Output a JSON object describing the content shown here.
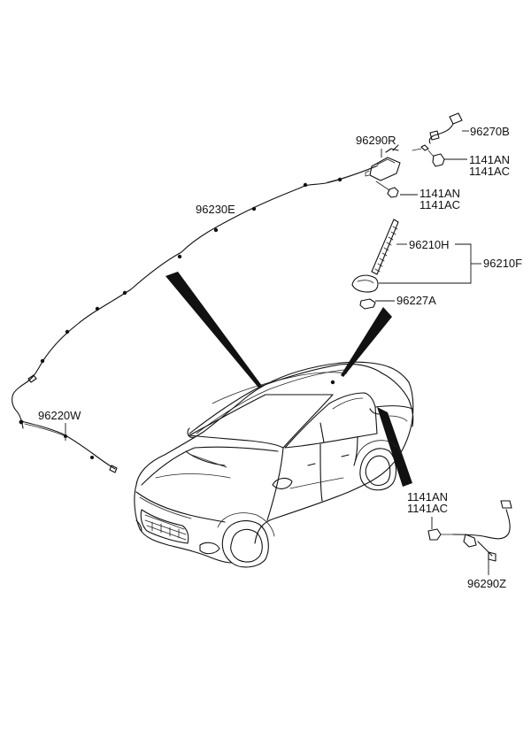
{
  "parts": {
    "p96270B": "96270B",
    "p96290R": "96290R",
    "p1141AN_a": "1141AN",
    "p1141AC_a": "1141AC",
    "p1141AN_b": "1141AN",
    "p1141AC_b": "1141AC",
    "p96230E": "96230E",
    "p96210H": "96210H",
    "p96210F": "96210F",
    "p96227A": "96227A",
    "p96220W": "96220W",
    "p1141AN_c": "1141AN",
    "p1141AC_c": "1141AC",
    "p96290Z": "96290Z"
  }
}
